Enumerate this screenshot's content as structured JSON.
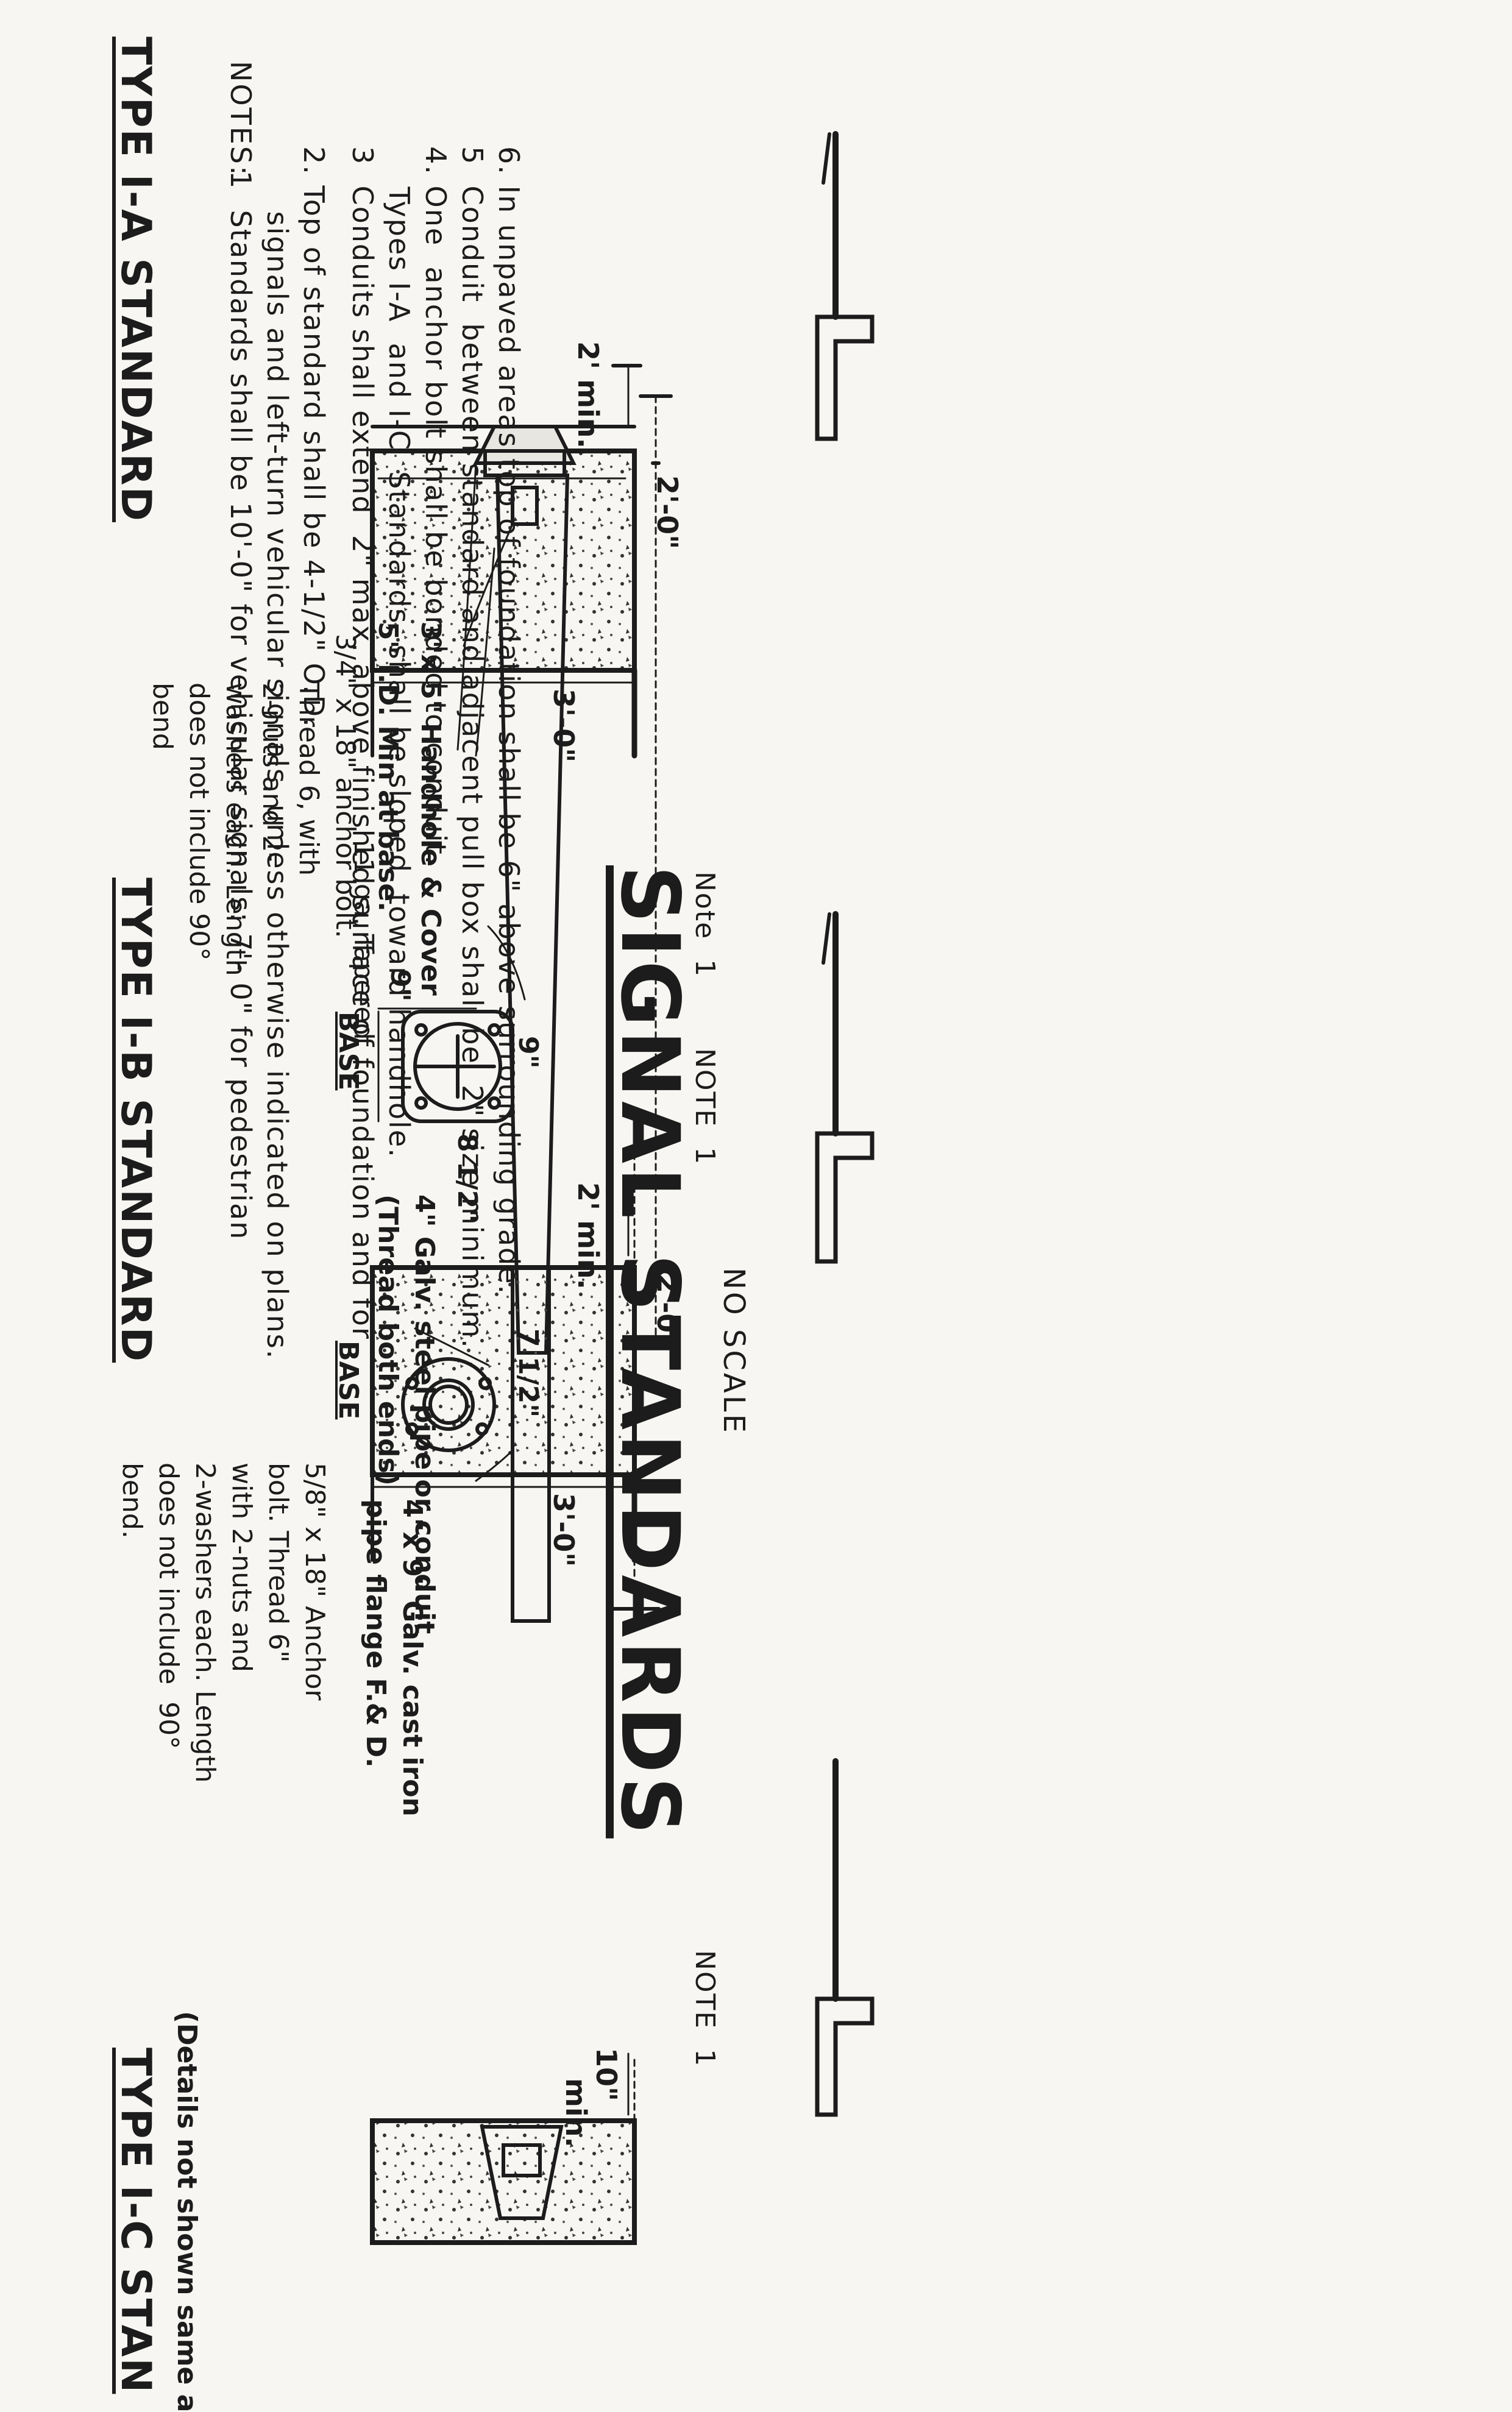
{
  "sheet": {
    "title": "SIGNAL STANDARDS",
    "scale": "NO SCALE"
  },
  "type_1a": {
    "title": "TYPE I-A STANDARD",
    "note_ref": "Note  1",
    "base_label": "BASE",
    "base_dim_top": "9\"",
    "base_dim_right": "8 1/2\"",
    "base_dim_left": "9\"",
    "taper_label": "11 ga. Tapered",
    "handhole_label": "3\"x 5\" Handhole & Cover",
    "id_label": "5\" I.D. Min at base.",
    "anchor_lines": [
      "3/4\" x 18\" anchor bolt.",
      "Thread 6, with",
      "2-nuts and 2-",
      "washers each. Length",
      "does not include 90°",
      "bend"
    ],
    "dim_min": "2' min.",
    "dim_width": "2'-0\"",
    "dim_depth": "3'-0\""
  },
  "type_1b": {
    "title": "TYPE I-B STANDARD",
    "note_ref": "NOTE  1",
    "base_label": "BASE",
    "base_dim": "7 1/2\"",
    "flange_lines": [
      "4\"x 9\" Galv. cast iron",
      "pipe flange F.& D."
    ],
    "pipe_lines": [
      "4\" Galv. steel pipe or conduit",
      "(Thread both ends)"
    ],
    "anchor_lines": [
      "5/8\" x 18\" Anchor",
      "bolt. Thread 6\"",
      "with 2-nuts and",
      "2-washers each. Length",
      "does not include  90°",
      "bend."
    ],
    "dim_min": "2' min.",
    "dim_width": "2'-0\"",
    "dim_depth": "3'-0\""
  },
  "type_1c": {
    "title": "TYPE I-C STAN",
    "note_ref": "NOTE  1",
    "detail_note": "(Details not shown same a",
    "dim_min_a": "10\"",
    "dim_min_b": "min."
  },
  "notes": {
    "heading": "NOTES:",
    "items": [
      "1  Standards shall be 10'-0\" for vehicular signals: 7'- 0\" for pedestrian",
      "    signals and left-turn vehicular signals, unless otherwise indicated on plans.",
      "2. Top of standard shall be 4-1/2\" O.D.",
      "3  Conduits shall extend  2\" max. above finished surface of foundation and for",
      "    Types I-A  and I-C  Standards, shall be sloped  toward handhole.",
      "4. One  anchor bolt shall be bonded to conduit.",
      "5  Conduit  between standard and adjacent pull box shall be  2\" size minimum.",
      "6. In unpaved areas top of foundation shall be 6\" above surrounding grade."
    ]
  }
}
